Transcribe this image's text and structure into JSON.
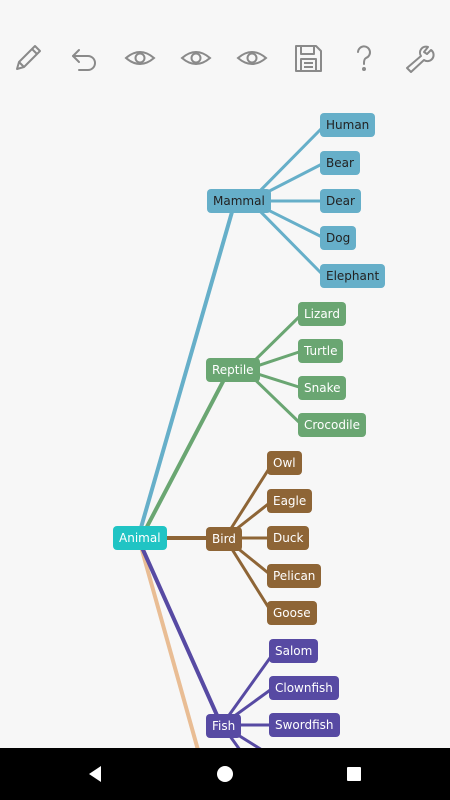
{
  "toolbar": {
    "icons": [
      "pencil-icon",
      "undo-icon",
      "eye-icon",
      "eye-icon",
      "eye-icon",
      "save-icon",
      "help-icon",
      "wrench-icon"
    ]
  },
  "colors": {
    "mammal": "#66afc9",
    "reptile": "#6aa672",
    "bird": "#8e6536",
    "fish": "#574aa3",
    "root": "#20c4c4",
    "extra_branch": "#e9bd94",
    "icon": "#8a8a8a"
  },
  "mindmap": {
    "root": "Animal",
    "mammal": {
      "label": "Mammal",
      "children": [
        "Human",
        "Bear",
        "Dear",
        "Dog",
        "Elephant"
      ]
    },
    "reptile": {
      "label": "Reptile",
      "children": [
        "Lizard",
        "Turtle",
        "Snake",
        "Crocodile"
      ]
    },
    "bird": {
      "label": "Bird",
      "children": [
        "Owl",
        "Eagle",
        "Duck",
        "Pelican",
        "Goose"
      ]
    },
    "fish": {
      "label": "Fish",
      "children": [
        "Salom",
        "Clownfish",
        "Swordfish"
      ]
    }
  },
  "navbar": {
    "icons": [
      "back-icon",
      "home-icon",
      "recents-icon"
    ]
  }
}
